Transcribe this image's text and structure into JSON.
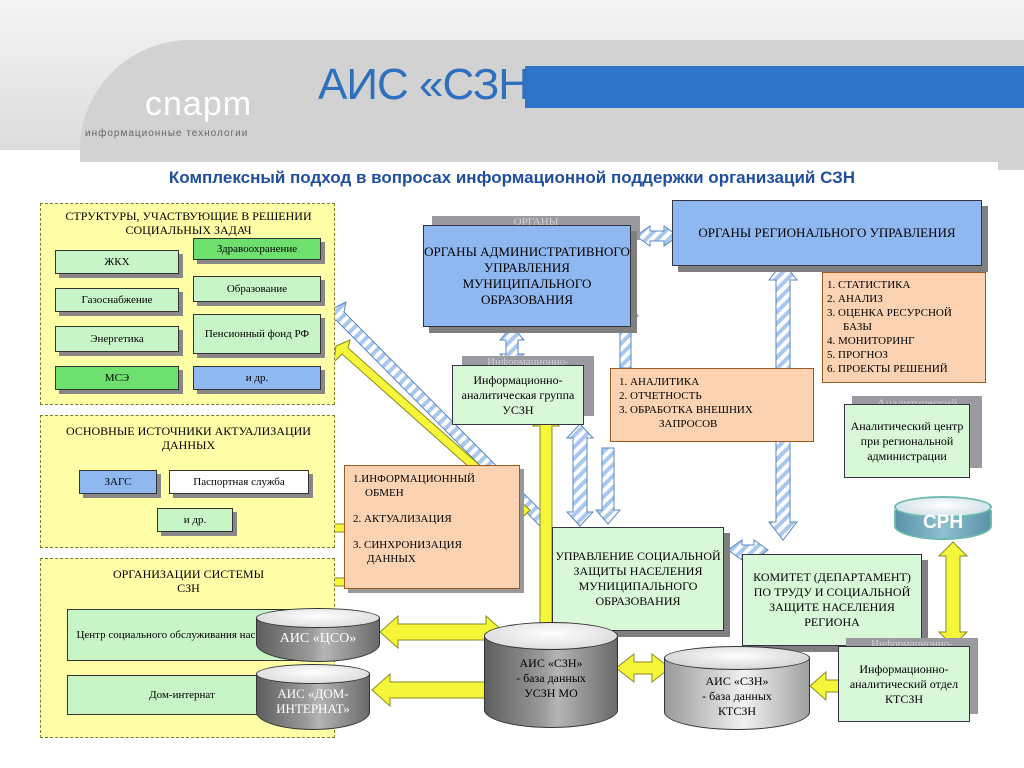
{
  "header": {
    "logo_text": "cnapm",
    "logo_subtitle": "информационные технологии",
    "app_title": "АИС «СЗН"
  },
  "title": "Комплексный подход в вопросах информационной поддержки организаций СЗН",
  "left_panel": {
    "structures": {
      "title": "СТРУКТУРЫ, УЧАСТВУЮЩИЕ В РЕШЕНИИ СОЦИАЛЬНЫХ ЗАДАЧ",
      "items": [
        "Здравоохранение",
        "ЖКХ",
        "Образование",
        "Газоснабжение",
        "Пенсионный фонд РФ",
        "Энергетика",
        "МСЭ",
        "и др."
      ]
    },
    "sources": {
      "title": "ОСНОВНЫЕ ИСТОЧНИКИ АКТУАЛИЗАЦИИ ДАННЫХ",
      "items": [
        "ЗАГС",
        "Паспортная служба",
        "и др."
      ]
    },
    "organizations": {
      "title": "ОРГАНИЗАЦИИ СИСТЕМЫ СЗН",
      "items": [
        "Центр социального обслуживания населения",
        "Дом-интернат"
      ]
    }
  },
  "boxes": {
    "admin_organs": "ОРГАНЫ АДМИНИСТРАТИВНОГО УПРАВЛЕНИЯ МУНИЦИПАЛЬНОГО ОБРАЗОВАНИЯ",
    "admin_organs_shadow": "ОРГАНЫ",
    "regional_organs": "ОРГАНЫ РЕГИОНАЛЬНОГО УПРАВЛЕНИЯ",
    "info_group": "Информационно-аналитическая группа УСЗН",
    "info_group_shadow": "Информационно-",
    "analytic_center": "Аналитический центр при региональной администрации",
    "analytic_center_shadow": "Аналитический",
    "usczn": "УПРАВЛЕНИЕ СОЦИАЛЬНОЙ ЗАЩИТЫ НАСЕЛЕНИЯ МУНИЦИПАЛЬНОГО ОБРАЗОВАНИЯ",
    "committee": "КОМИТЕТ (ДЕПАРТАМЕНТ) ПО ТРУДУ И СОЦИАЛЬНОЙ ЗАЩИТЕ НАСЕЛЕНИЯ РЕГИОНА",
    "info_dept": "Информационно-аналитический отдел КТСЗН",
    "info_dept_shadow": "Информационно-"
  },
  "lists": {
    "regional_tasks": [
      "1. СТАТИСТИКА",
      "2. АНАЛИЗ",
      "3. ОЦЕНКА РЕСУРСНОЙ",
      "БАЗЫ",
      "4. МОНИТОРИНГ",
      "5. ПРОГНОЗ",
      "6. ПРОЕКТЫ РЕШЕНИЙ"
    ],
    "analytics": [
      "1. АНАЛИТИКА",
      "2. ОТЧЕТНОСТЬ",
      "3. ОБРАБОТКА ВНЕШНИХ",
      "ЗАПРОСОВ"
    ],
    "exchange": [
      "1.ИНФОРМАЦИОННЫЙ",
      "ОБМЕН",
      "2. АКТУАЛИЗАЦИЯ",
      "3. СИНХРОНИЗАЦИЯ",
      "ДАННЫХ"
    ]
  },
  "databases": {
    "aic_cso": "АИС «ЦСО»",
    "aic_dom": "АИС «ДОМ-ИНТЕРНАТ»",
    "aic_szn_mo": [
      "АИС «СЗН»",
      "- база данных",
      "УСЗН МО"
    ],
    "aic_szn_ktszn": [
      "АИС «СЗН»",
      "- база данных",
      "КТСЗН"
    ],
    "srn": "СРН"
  },
  "colors": {
    "header_bar": "#2e74c9",
    "title_text": "#1f4e9e",
    "group_bg": "#ffffa8",
    "blue_box": "#8fb8f0",
    "green_box": "#d8f8d8",
    "orange_box": "#fbd2b2",
    "yellow_arrow": "#f5f53a",
    "striped_arrow": "#a8c8f0"
  }
}
